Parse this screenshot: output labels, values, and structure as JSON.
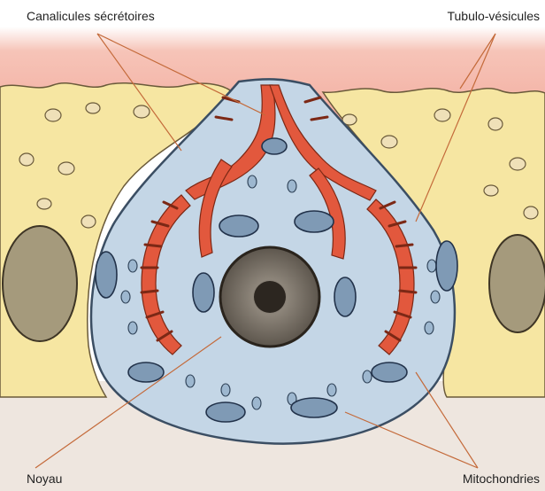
{
  "labels": {
    "canalicules": "Canalicules sécrétoires",
    "tubulo": "Tubulo-vésicules",
    "noyau": "Noyau",
    "mitochondries": "Mitochondries"
  },
  "colors": {
    "background_bottom": "#eee6df",
    "lumen_pink": "#f3b9ad",
    "neighbor_cell": "#f6e6a2",
    "parietal_cytoplasm": "#c4d6e6",
    "canaliculi_red": "#e2583d",
    "mitochondria": "#7f9ab5",
    "nucleus": "#6e665c",
    "leader_line": "#c46a3a"
  },
  "icons": [
    "organelle-vesicle",
    "mitochondrion",
    "nucleus"
  ]
}
